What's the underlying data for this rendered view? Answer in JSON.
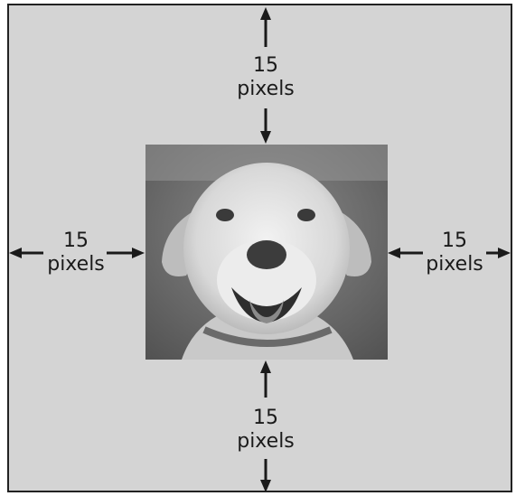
{
  "labels": {
    "top": {
      "number": "15",
      "unit": "pixels"
    },
    "left": {
      "number": "15",
      "unit": "pixels"
    },
    "right": {
      "number": "15",
      "unit": "pixels"
    },
    "bottom": {
      "number": "15",
      "unit": "pixels"
    }
  },
  "colors": {
    "frame_fill": "#d4d4d4",
    "border": "#222222",
    "arrow": "#1a1a1a"
  },
  "image": {
    "subject": "dog-photo"
  }
}
